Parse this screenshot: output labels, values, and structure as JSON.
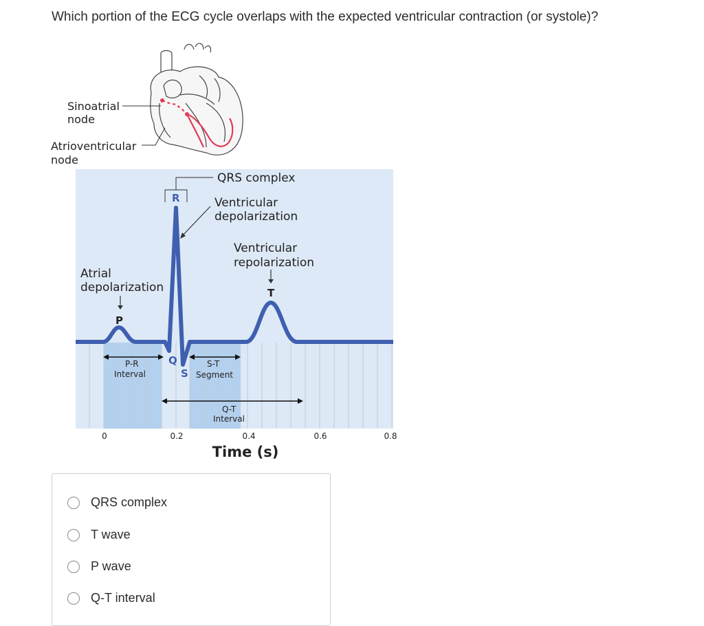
{
  "question": "Which portion of the ECG cycle overlaps with the expected ventricular contraction (or systole)?",
  "figure": {
    "heart_labels": {
      "sa_line1": "Sinoatrial",
      "sa_line2": "node",
      "av_line1": "Atrioventricular",
      "av_line2": "node"
    },
    "ecg_labels": {
      "qrs_complex": "QRS complex",
      "vent_depol_1": "Ventricular",
      "vent_depol_2": "depolarization",
      "vent_repol_1": "Ventricular",
      "vent_repol_2": "repolarization",
      "atrial_depol_1": "Atrial",
      "atrial_depol_2": "depolarization",
      "p": "P",
      "q": "Q",
      "r": "R",
      "s": "S",
      "t": "T",
      "pr_1": "P-R",
      "pr_2": "Interval",
      "st_1": "S-T",
      "st_2": "Segment",
      "qt_1": "Q-T",
      "qt_2": "Interval"
    },
    "x_ticks": [
      "0",
      "0.2",
      "0.4",
      "0.6",
      "0.8"
    ],
    "x_title": "Time (s)",
    "colors": {
      "background": "#dde9f6",
      "band": "#b3d0ee",
      "trace": "#3f5fb0",
      "arrow_red": "#e23a55"
    }
  },
  "options": [
    {
      "label": "QRS complex"
    },
    {
      "label": "T wave"
    },
    {
      "label": "P wave"
    },
    {
      "label": "Q-T interval"
    }
  ]
}
